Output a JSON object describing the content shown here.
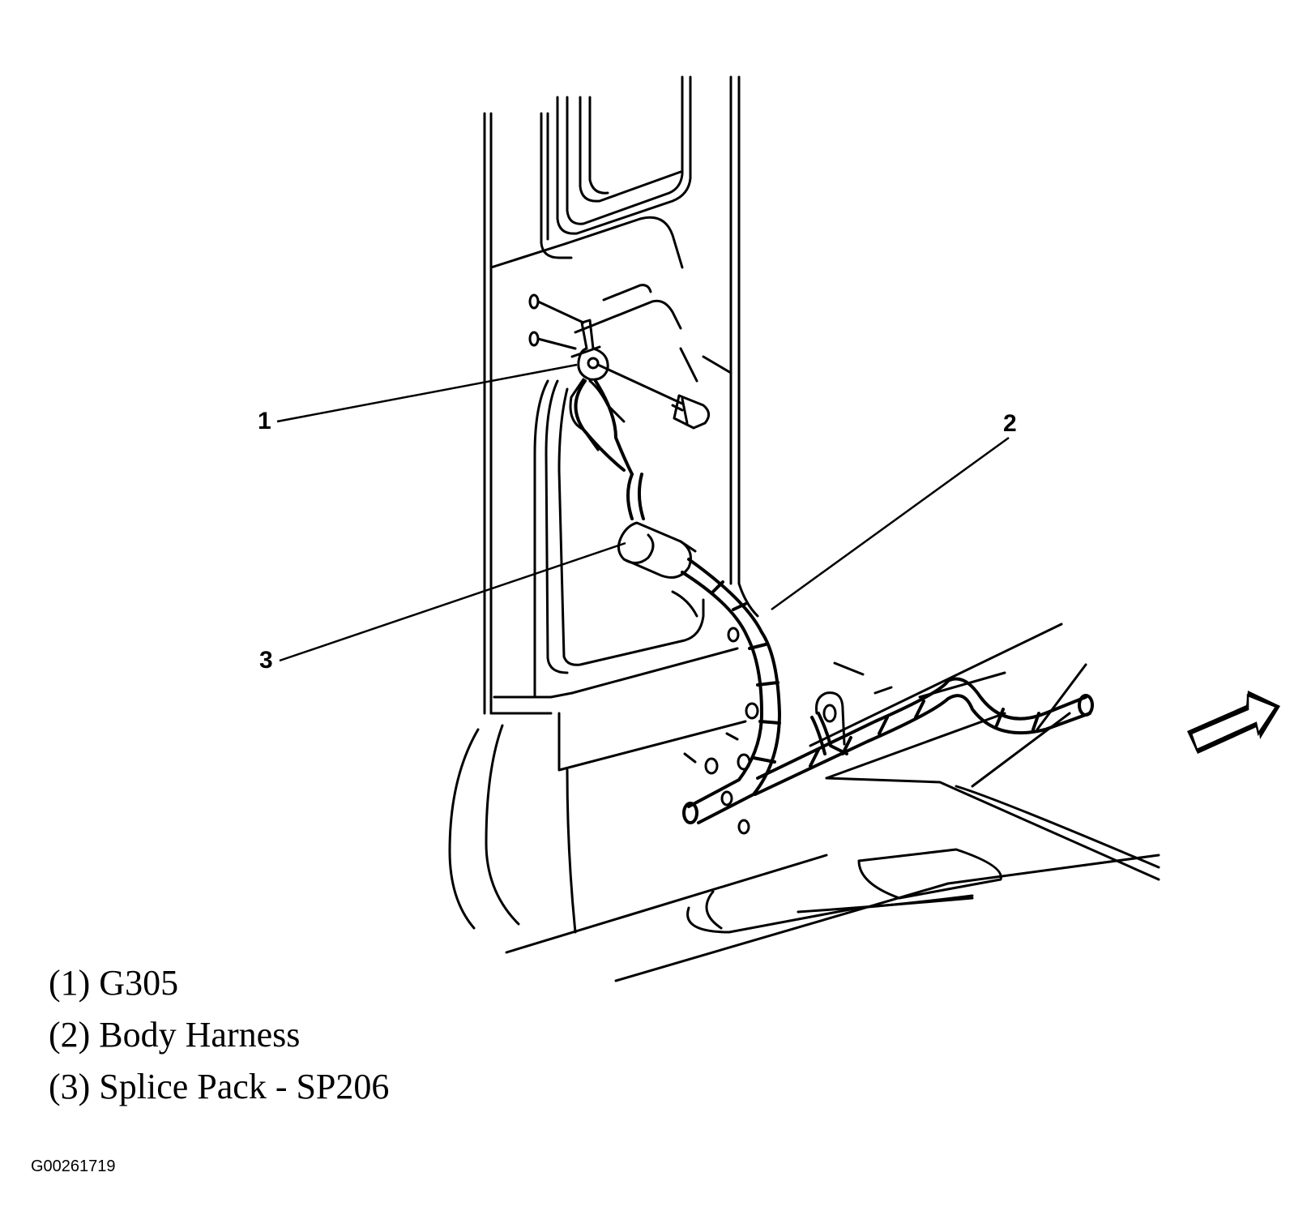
{
  "callouts": [
    {
      "number": "1",
      "target": "G305"
    },
    {
      "number": "2",
      "target": "Body Harness"
    },
    {
      "number": "3",
      "target": "Splice Pack - SP206"
    }
  ],
  "legend": {
    "items": [
      "(1) G305",
      "(2) Body Harness",
      "(3) Splice Pack - SP206"
    ]
  },
  "figure_id": "G00261719",
  "icons": {
    "direction_arrow": "front-arrow-icon"
  }
}
